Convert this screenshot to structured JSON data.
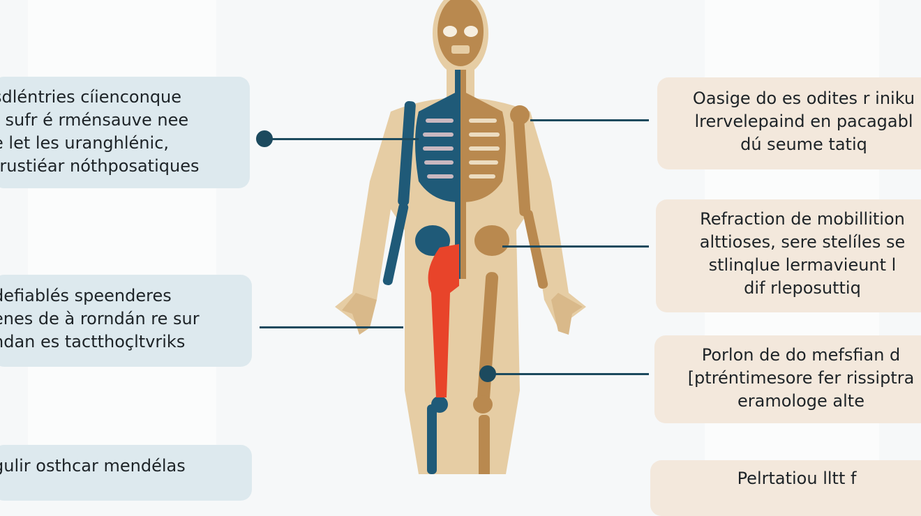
{
  "left_callouts": [
    {
      "lines": [
        "sdléntries cíienconque",
        "r sufr é rménsauve nee",
        "e let les uranghlénic,",
        "trustiéar nóthposatiques"
      ]
    },
    {
      "lines": [
        "defiablés speenderes",
        "enes de à rorndán re sur",
        "ndan es tactthoçltvriks"
      ]
    },
    {
      "lines": [
        "gulir osthcar mendélas"
      ]
    }
  ],
  "right_callouts": [
    {
      "lines": [
        "Oasige do es odites r iniku",
        "lrervelepaind en pacagabl",
        "dú seume tatiq"
      ]
    },
    {
      "lines": [
        "Refraction de mobillition",
        "alttioses, sere stelíles se",
        "stlinqlue lermavieunt l",
        "dif rleposuttiq"
      ]
    },
    {
      "lines": [
        "Porlon de do mefsfian d",
        "[ptréntimesore fer rissiptra",
        "eramologe alte"
      ]
    },
    {
      "lines": [
        "Pelrtatiou lltt f"
      ]
    }
  ],
  "colors": {
    "skin": "#e6cda4",
    "bone_tan": "#b9894f",
    "bone_blue": "#1f5a78",
    "highlight": "#e8442a",
    "connector": "#1c4a5e"
  }
}
